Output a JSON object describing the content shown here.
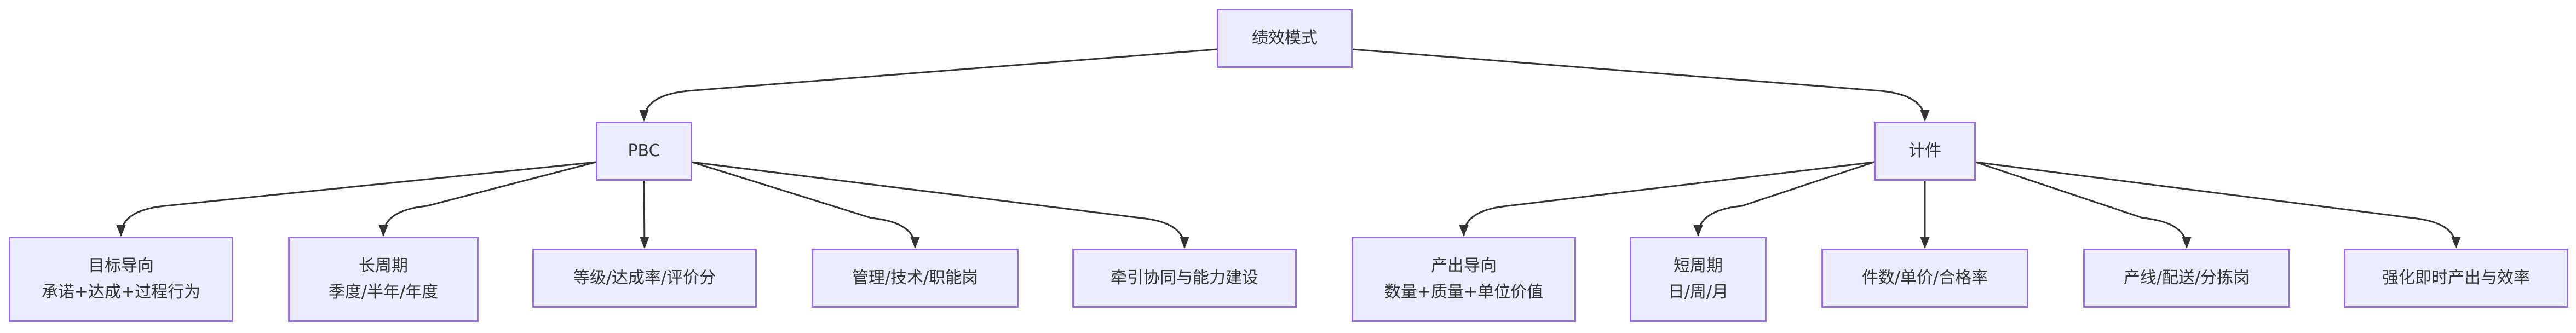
{
  "diagram": {
    "colors": {
      "node_fill": "#ECECFF",
      "node_border": "#9370DB",
      "edge": "#333333",
      "text": "#333333"
    },
    "root": {
      "id": "root",
      "label": "绩效模式"
    },
    "branches": [
      {
        "id": "pbc",
        "label": "PBC",
        "children": [
          {
            "id": "pbc-1",
            "lines": [
              "目标导向",
              "承诺+达成+过程行为"
            ]
          },
          {
            "id": "pbc-2",
            "lines": [
              "长周期",
              "季度/半年/年度"
            ]
          },
          {
            "id": "pbc-3",
            "lines": [
              "等级/达成率/评价分"
            ]
          },
          {
            "id": "pbc-4",
            "lines": [
              "管理/技术/职能岗"
            ]
          },
          {
            "id": "pbc-5",
            "lines": [
              "牵引协同与能力建设"
            ]
          }
        ]
      },
      {
        "id": "piece",
        "label": "计件",
        "children": [
          {
            "id": "piece-1",
            "lines": [
              "产出导向",
              "数量+质量+单位价值"
            ]
          },
          {
            "id": "piece-2",
            "lines": [
              "短周期",
              "日/周/月"
            ]
          },
          {
            "id": "piece-3",
            "lines": [
              "件数/单价/合格率"
            ]
          },
          {
            "id": "piece-4",
            "lines": [
              "产线/配送/分拣岗"
            ]
          },
          {
            "id": "piece-5",
            "lines": [
              "强化即时产出与效率"
            ]
          }
        ]
      }
    ]
  }
}
